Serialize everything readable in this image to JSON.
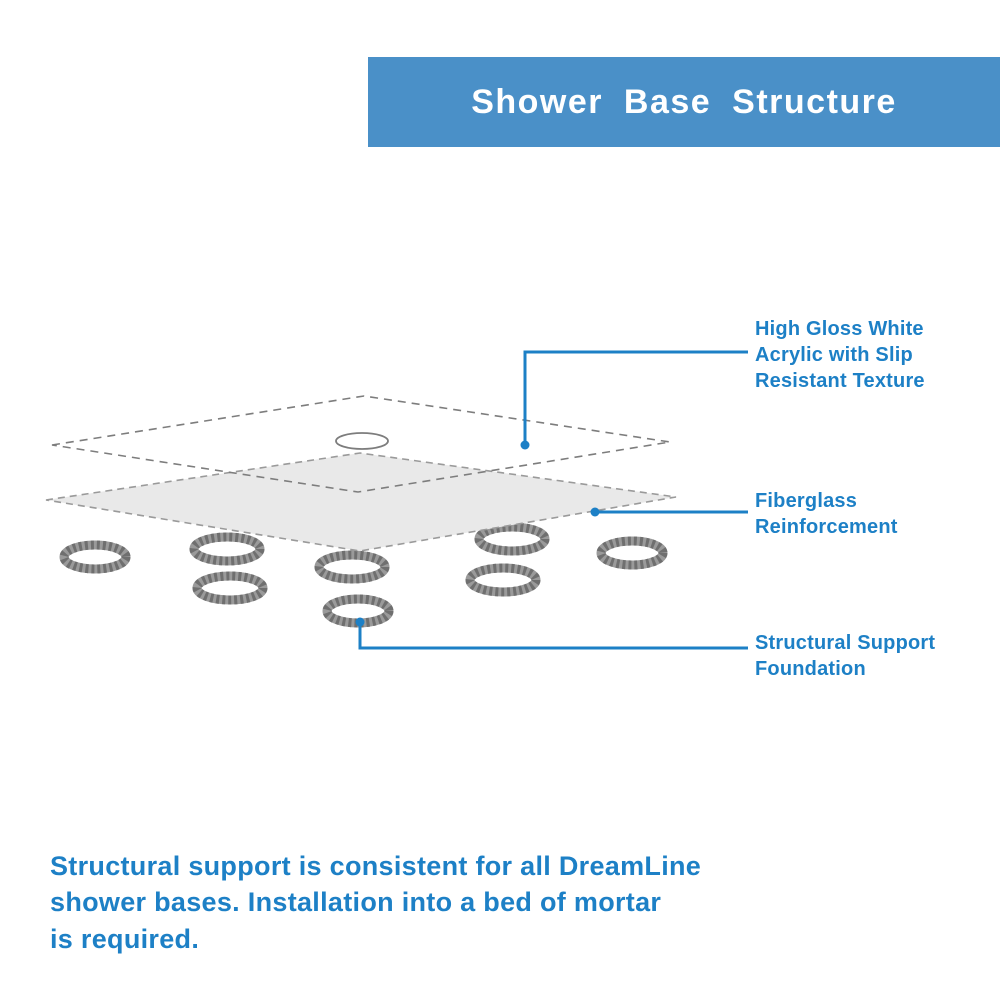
{
  "header": {
    "title": "Shower Base Structure"
  },
  "callouts": {
    "acrylic": {
      "lines": [
        "High Gloss White",
        "Acrylic with Slip",
        "Resistant Texture"
      ]
    },
    "fiberglass": {
      "lines": [
        "Fiberglass",
        "Reinforcement"
      ]
    },
    "support": {
      "lines": [
        "Structural Support",
        "Foundation"
      ]
    }
  },
  "footer": {
    "lines": [
      "Structural support is consistent for all DreamLine",
      "shower bases. Installation into a bed of mortar",
      "is required."
    ]
  },
  "colors": {
    "banner_blue": "#4a90c8",
    "text_blue": "#1d80c6",
    "layer_gray": "#e9e9e9",
    "ring_gray": "#9a9a9a",
    "outline_gray": "#8a8a8a"
  }
}
